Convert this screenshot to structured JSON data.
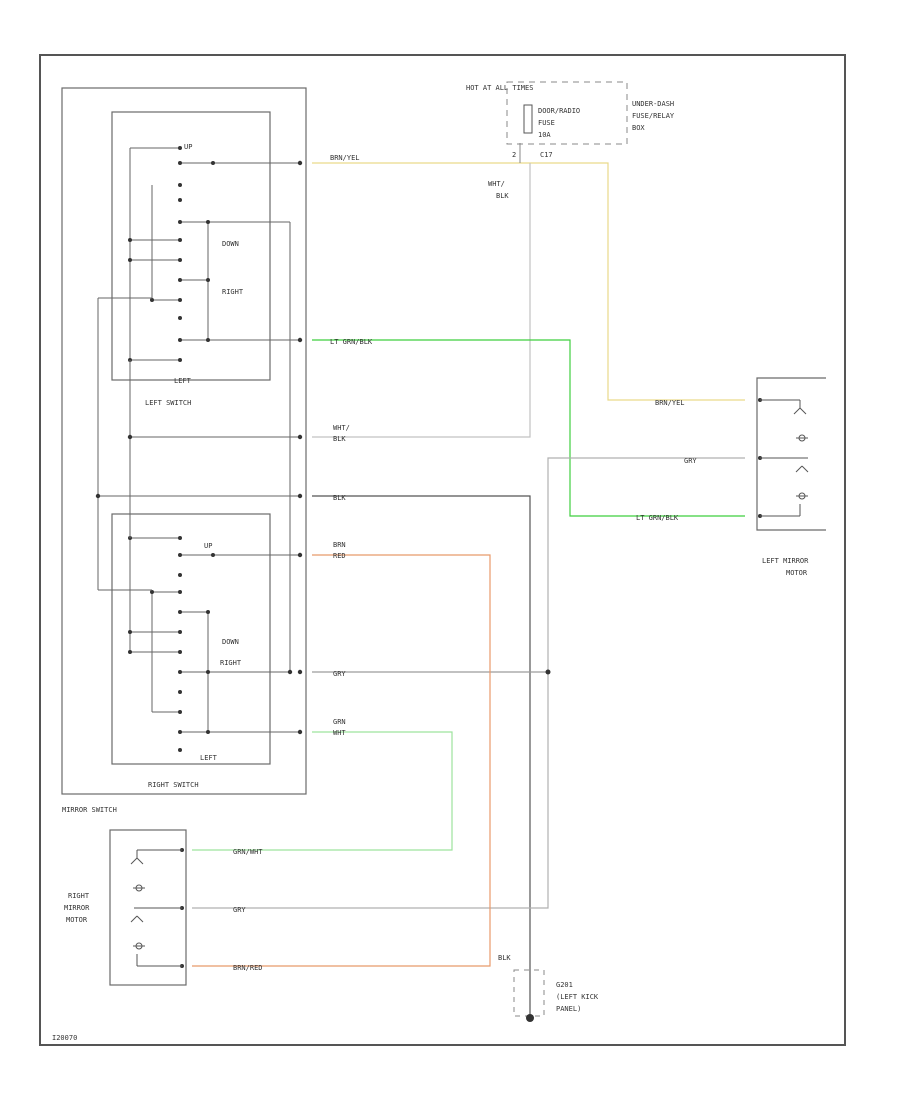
{
  "colors": {
    "yellow_wire": "#e9d98a",
    "green_wire": "#3fcf3f",
    "light_green_wire": "#9de39d",
    "orange_wire": "#e89a6b",
    "gray_wire": "#8c8c8c",
    "black_wire": "#444444",
    "white_black_wire": "#c2c2c2"
  },
  "fuse_box": {
    "hot_label": "HOT AT ALL TIMES",
    "fuse_text": [
      "DOOR/RADIO",
      "FUSE",
      "10A"
    ],
    "box_name": [
      "UNDER-DASH",
      "FUSE/RELAY",
      "BOX"
    ],
    "pin_left": "2",
    "pin_right": "C17"
  },
  "mirror_switch": {
    "name": "MIRROR SWITCH",
    "left_switch": {
      "name": "LEFT SWITCH",
      "positions": {
        "up": "UP",
        "down": "DOWN",
        "right": "RIGHT",
        "left": "LEFT"
      }
    },
    "right_switch": {
      "name": "RIGHT SWITCH",
      "positions": {
        "up": "UP",
        "down": "DOWN",
        "right": "RIGHT",
        "left": "LEFT"
      }
    }
  },
  "wires": {
    "brn_yel": "BRN/YEL",
    "lt_grn_blk": "LT GRN/BLK",
    "wht_blk": [
      "WHT/",
      "BLK"
    ],
    "blk": "BLK",
    "brn_red": [
      "BRN",
      "RED"
    ],
    "gry": "GRY",
    "grn_wht": [
      "GRN",
      "WHT"
    ],
    "grn_wht_inline": "GRN/WHT",
    "brn_red_inline": "BRN/RED",
    "blk_ground": "BLK"
  },
  "left_mirror_motor": {
    "name": [
      "LEFT MIRROR",
      "MOTOR"
    ]
  },
  "right_mirror_motor": {
    "name": [
      "RIGHT",
      "MIRROR",
      "MOTOR"
    ]
  },
  "ground": {
    "name": [
      "G201",
      "(LEFT KICK",
      "PANEL)"
    ]
  },
  "diagram_code": "I20070"
}
